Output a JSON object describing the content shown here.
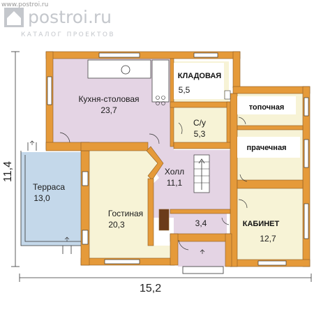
{
  "brand": {
    "site_small": "www.postroi.ru",
    "site": "postroi.ru",
    "tagline": "КАТАЛОГ ПРОЕКТОВ",
    "accent": "#c4c7cc"
  },
  "colors": {
    "wall": "#e59a3a",
    "kitchen": "#e4d4e4",
    "room": "#f7f3d6",
    "terrace": "#c4d8ea",
    "window": "#7a9bb5"
  },
  "dimensions": {
    "width": "15,2",
    "height": "11,4"
  },
  "rooms": {
    "kitchen": {
      "name": "Кухня-столовая",
      "area": "23,7"
    },
    "pantry": {
      "name": "КЛАДОВАЯ",
      "area": "5,5"
    },
    "bathroom": {
      "name": "С/у",
      "area": "5,3"
    },
    "boiler": {
      "name": "топочная"
    },
    "laundry": {
      "name": "прачечная"
    },
    "hall": {
      "name": "Холл",
      "area": "11,1"
    },
    "terrace": {
      "name": "Терраса",
      "area": "13,0"
    },
    "living": {
      "name": "Гостиная",
      "area": "20,3"
    },
    "vestibule": {
      "area": "3,4"
    },
    "study": {
      "name": "КАБИНЕТ",
      "area": "12,7"
    }
  }
}
